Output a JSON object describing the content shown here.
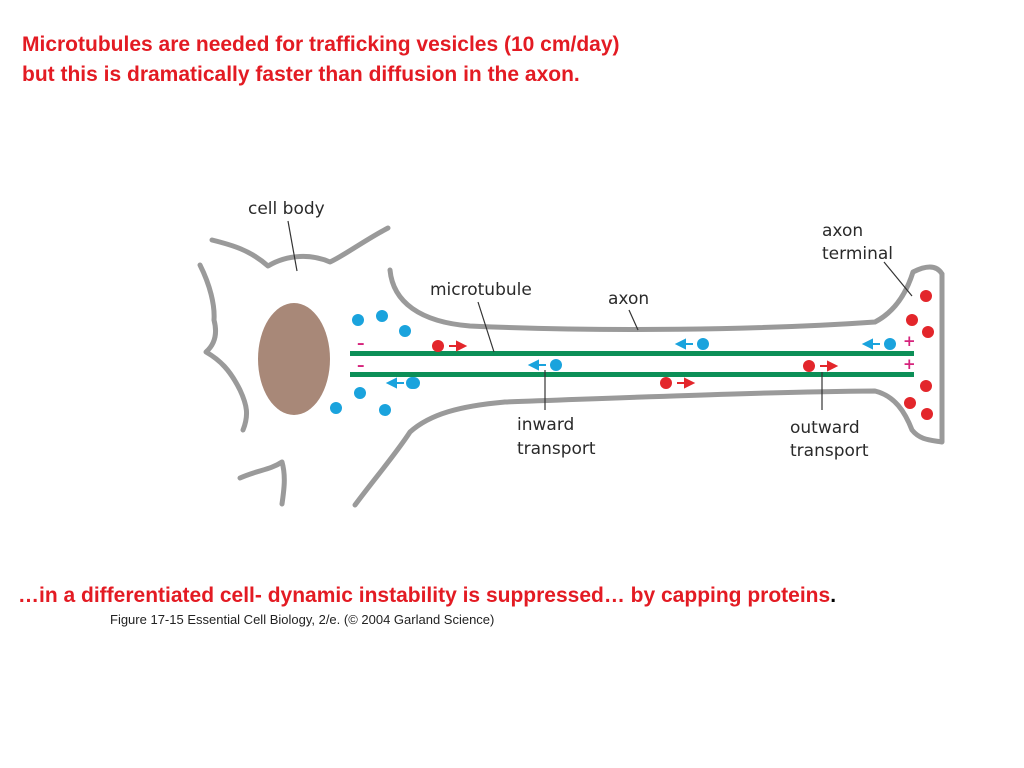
{
  "heading": {
    "line1": "Microtubules are needed for trafficking vesicles (10 cm/day)",
    "line2": "but this is dramatically faster than diffusion in the axon."
  },
  "diagram": {
    "labels": {
      "cell_body": "cell body",
      "axon_terminal_1": "axon",
      "axon_terminal_2": "terminal",
      "microtubule": "microtubule",
      "axon": "axon",
      "inward_1": "inward",
      "inward_2": "transport",
      "outward_1": "outward",
      "outward_2": "transport"
    },
    "signs": {
      "minus": "–",
      "plus": "+"
    }
  },
  "footer": {
    "note_main": "…in a differentiated cell-  dynamic instability is suppressed… by capping proteins",
    "note_end": ".",
    "figure_credit": "Figure 17-15  Essential Cell Biology, 2/e. (© 2004 Garland Science)"
  },
  "colors": {
    "title_red": "#e31b23",
    "microtubule_green": "#0c8f57",
    "membrane_gray": "#9a9a9a",
    "nucleus_brown": "#a88878",
    "vesicle_blue": "#1aa3dd",
    "vesicle_red": "#e3262b",
    "sign_magenta": "#d6247c"
  }
}
